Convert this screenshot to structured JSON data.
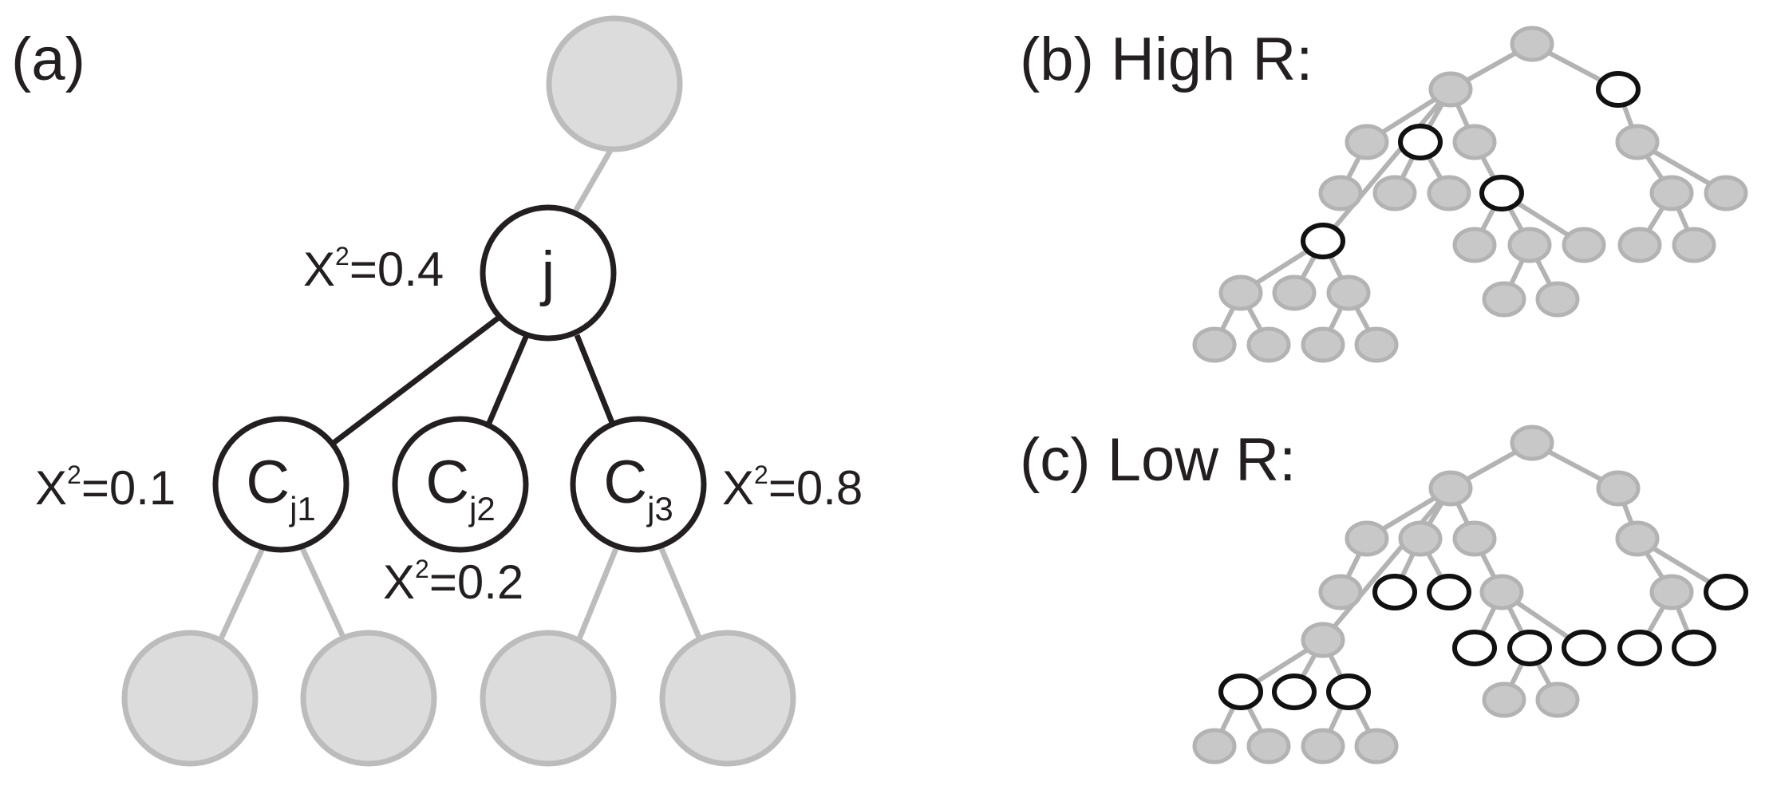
{
  "panels": {
    "a": {
      "label": "(a)",
      "node_j": "j",
      "children": [
        {
          "main": "C",
          "sub": "j1"
        },
        {
          "main": "C",
          "sub": "j2"
        },
        {
          "main": "C",
          "sub": "j3"
        }
      ],
      "chi": [
        {
          "base": "X",
          "sup": "2",
          "value": "=0.4"
        },
        {
          "base": "X",
          "sup": "2",
          "value": "=0.1"
        },
        {
          "base": "X",
          "sup": "2",
          "value": "=0.2"
        },
        {
          "base": "X",
          "sup": "2",
          "value": "=0.8"
        }
      ]
    },
    "b": {
      "label": "(b) High R:"
    },
    "c": {
      "label": "(c) Low R:"
    }
  },
  "colors": {
    "outline_dark": "#231f20",
    "node_gray_fill": "#dcdcdc",
    "node_gray_stroke": "#bcbcbc",
    "small_gray_fill": "#c8c8c8"
  }
}
